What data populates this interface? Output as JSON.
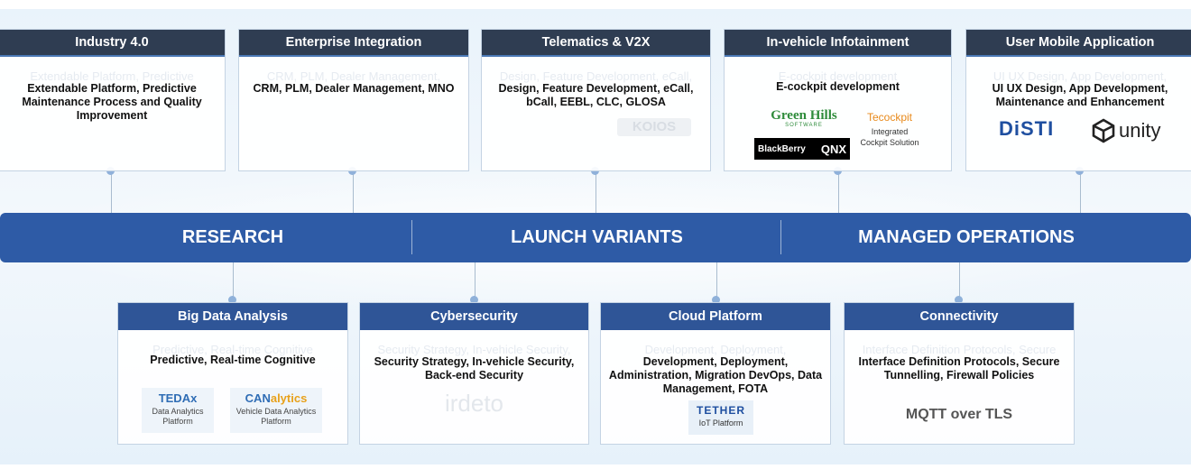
{
  "phases": [
    "RESEARCH",
    "LAUNCH VARIANTS",
    "MANAGED OPERATIONS"
  ],
  "top_cards": [
    {
      "title": "Industry 4.0",
      "ghost": "Extendable Platform, Predictive",
      "desc": "Extendable Platform, Predictive Maintenance Process and Quality Improvement"
    },
    {
      "title": "Enterprise Integration",
      "ghost": "CRM, PLM, Dealer Management,",
      "desc": "CRM, PLM, Dealer Management, MNO"
    },
    {
      "title": "Telematics & V2X",
      "ghost": "Design, Feature Development, eCall,",
      "desc": "Design, Feature Development, eCall, bCall, EEBL, CLC, GLOSA",
      "logo_ghost": "KOIOS"
    },
    {
      "title": "In-vehicle Infotainment",
      "ghost": "E-cockpit development",
      "desc": "E-cockpit development",
      "logos": {
        "greenhills": "Green Hills",
        "greenhills_sub": "SOFTWARE",
        "tecockpit": "Tecockpit",
        "tecockpit_sub1": "Integrated",
        "tecockpit_sub2": "Cockpit Solution",
        "blackberry": "BlackBerry",
        "qnx": "QNX"
      }
    },
    {
      "title": "User Mobile Application",
      "ghost": "UI UX Design, App Development,",
      "desc": "UI UX Design, App Development, Maintenance and Enhancement",
      "logos": {
        "disti": "DiSTI",
        "unity": "unity"
      }
    }
  ],
  "bottom_cards": [
    {
      "title": "Big Data Analysis",
      "ghost": "Predictive, Real-time Cognitive",
      "desc": "Predictive, Real-time Cognitive",
      "logos": {
        "tedax": "TEDAx",
        "tedax_sub1": "Data Analytics",
        "tedax_sub2": "Platform",
        "canalytics_a": "CAN",
        "canalytics_b": "alytics",
        "canalytics_sub1": "Vehicle Data Analytics",
        "canalytics_sub2": "Platform"
      }
    },
    {
      "title": "Cybersecurity",
      "ghost": "Security Strategy, In-vehicle Security,",
      "desc": "Security Strategy, In-vehicle Security, Back-end Security",
      "logo_ghost": "irdeto"
    },
    {
      "title": "Cloud Platform",
      "ghost": "Development, Deployment,",
      "desc": "Development, Deployment, Administration, Migration DevOps, Data Management, FOTA",
      "logos": {
        "tether": "TETHER",
        "tether_sub": "IoT Platform"
      }
    },
    {
      "title": "Connectivity",
      "ghost": "Interface Definition Protocols, Secure",
      "desc": "Interface Definition Protocols, Secure Tunnelling, Firewall Policies",
      "extra": "MQTT over TLS"
    }
  ],
  "colors": {
    "band": "#2e5ba6",
    "top_header": "#2f3d52",
    "bottom_header": "#2f5597",
    "accent_orange": "#e8891a",
    "greenhills": "#2e8b3a",
    "disti": "#1f4fa0"
  }
}
